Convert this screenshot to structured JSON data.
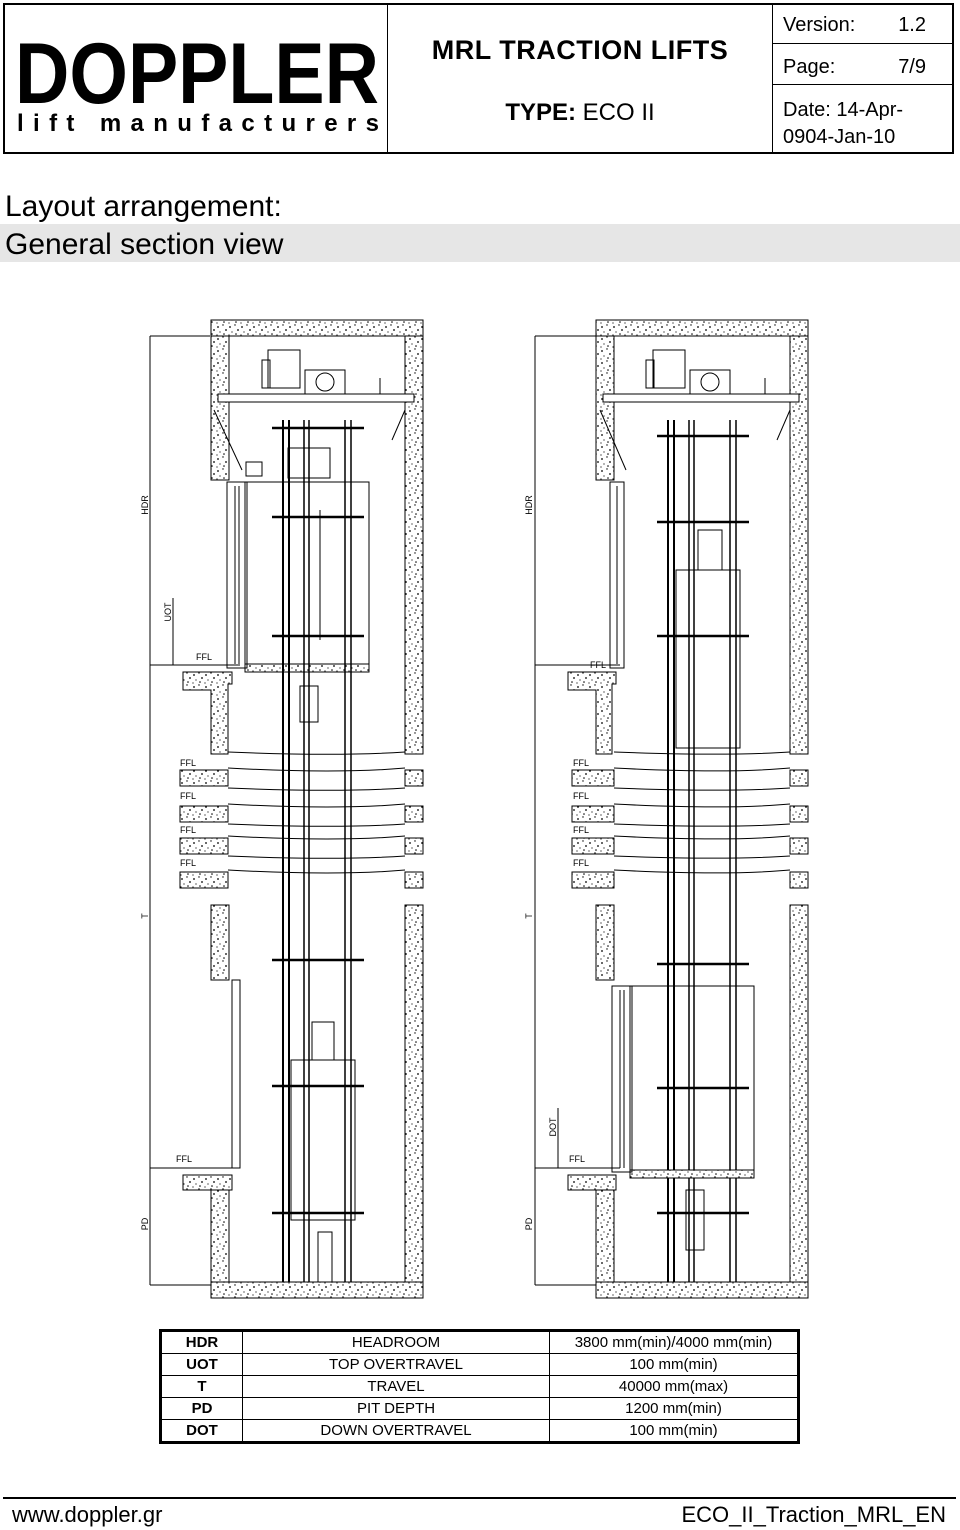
{
  "header": {
    "logo_word": "DOPPLER",
    "logo_sub": "lift manufacturers",
    "product_title": "MRL TRACTION LIFTS",
    "type_label": "TYPE:",
    "type_value": "ECO II",
    "version_label": "Version:",
    "version_value": "1.2",
    "page_label": "Page:",
    "page_value": "7/9",
    "date_line1": "Date: 14-Apr-",
    "date_line2": "0904-Jan-10"
  },
  "section": {
    "title_line1": "Layout arrangement:",
    "title_line2": "General section view"
  },
  "drawing_labels": {
    "hdr": "HDR",
    "uot": "UOT",
    "t": "T",
    "pd": "PD",
    "dot": "DOT",
    "ffl": "FFL"
  },
  "dimensions_table": {
    "rows": [
      {
        "abbr": "HDR",
        "name": "HEADROOM",
        "value": "3800 mm(min)/4000 mm(min)"
      },
      {
        "abbr": "UOT",
        "name": "TOP OVERTRAVEL",
        "value": "100 mm(min)"
      },
      {
        "abbr": "T",
        "name": "TRAVEL",
        "value": "40000 mm(max)"
      },
      {
        "abbr": "PD",
        "name": "PIT DEPTH",
        "value": "1200 mm(min)"
      },
      {
        "abbr": "DOT",
        "name": "DOWN OVERTRAVEL",
        "value": "100 mm(min)"
      }
    ]
  },
  "footer": {
    "website": "www.doppler.gr",
    "doc_code": "ECO_II_Traction_MRL_EN"
  }
}
